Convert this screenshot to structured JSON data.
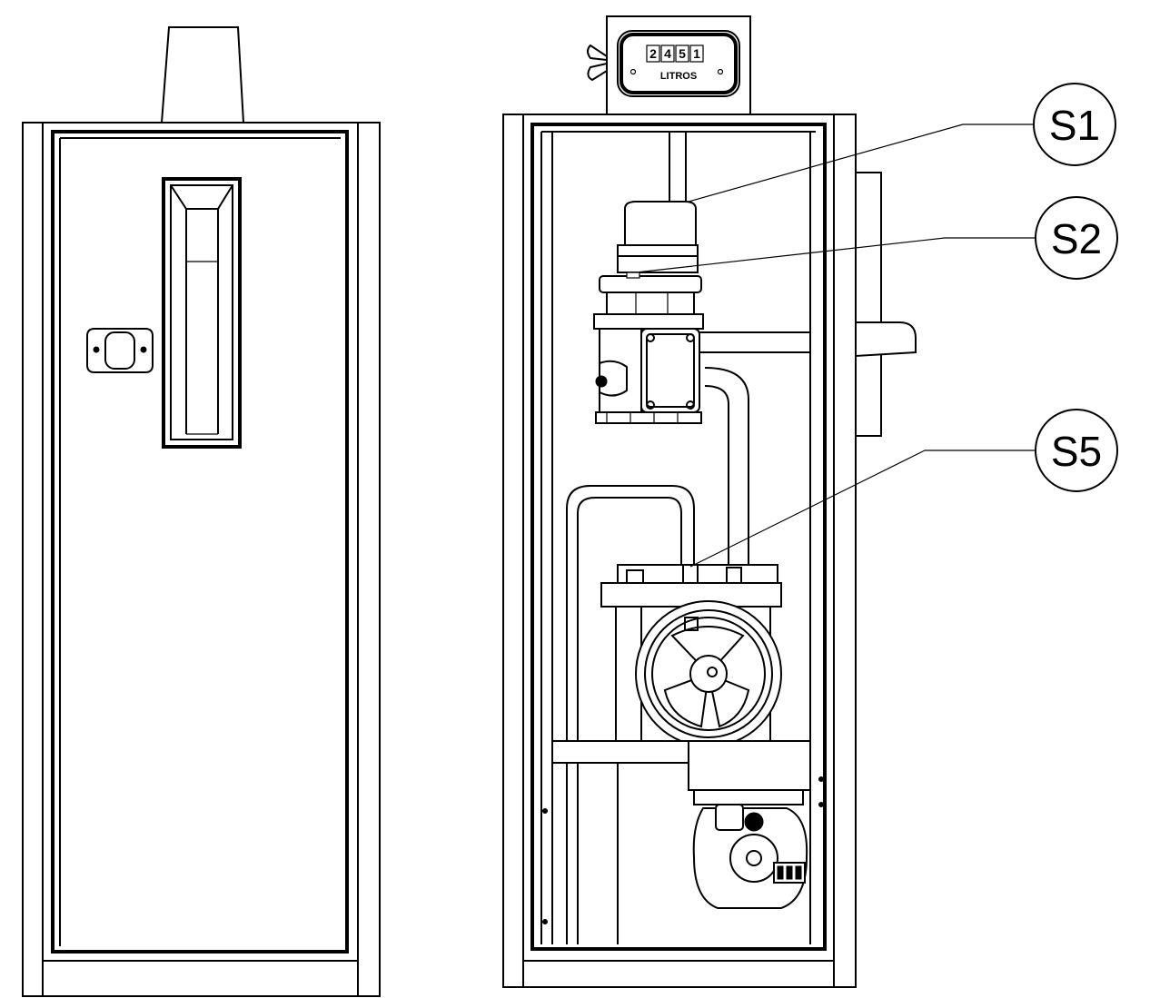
{
  "meter_display": {
    "digits": [
      "2",
      "4",
      "5",
      "1"
    ],
    "unit_label": "LITROS"
  },
  "callouts": [
    {
      "id": "s1",
      "label": "S1"
    },
    {
      "id": "s2",
      "label": "S2"
    },
    {
      "id": "s5",
      "label": "S5"
    }
  ]
}
